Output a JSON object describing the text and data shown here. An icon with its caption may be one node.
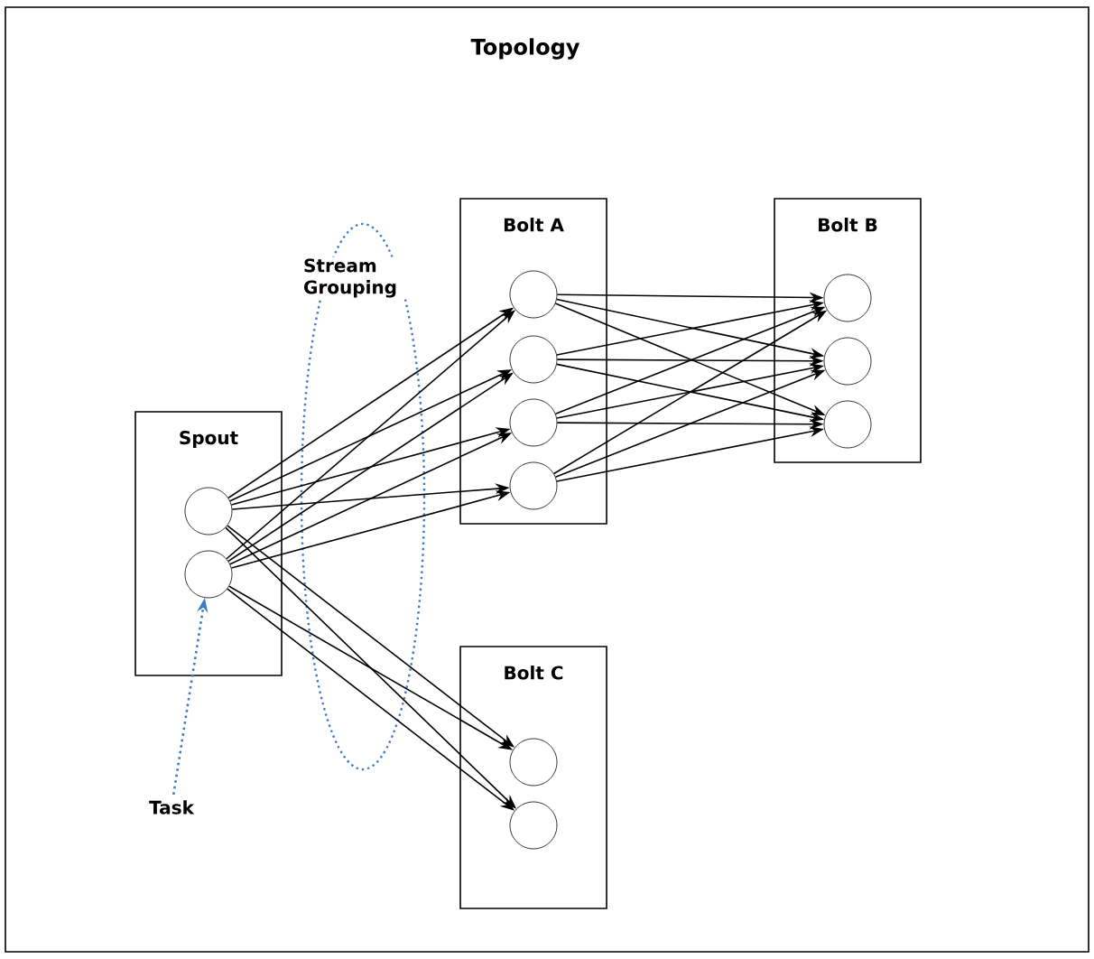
{
  "diagram": {
    "title": "Topology",
    "nodes": [
      {
        "text": [
          "Spout"
        ]
      },
      {
        "text": [],
        "shape": "circle",
        "in": 0
      },
      {
        "text": [],
        "shape": "circle",
        "in": 0
      },
      {
        "text": [
          "Bolt A"
        ]
      },
      {
        "text": [],
        "shape": "circle",
        "in": 3
      },
      {
        "text": [],
        "shape": "circle",
        "in": 3
      },
      {
        "text": [],
        "shape": "circle",
        "in": 3
      },
      {
        "text": [],
        "shape": "circle",
        "in": 3
      },
      {
        "text": [
          "Bolt B"
        ]
      },
      {
        "text": [],
        "shape": "circle",
        "in": 8
      },
      {
        "text": [],
        "shape": "circle",
        "in": 8
      },
      {
        "text": [],
        "shape": "circle",
        "in": 8
      },
      {
        "text": [
          "Bolt C"
        ]
      },
      {
        "text": [],
        "shape": "circle",
        "in": 12
      },
      {
        "text": [],
        "shape": "circle",
        "in": 12
      },
      {
        "text": [
          "Task"
        ]
      }
    ],
    "edges": [
      {
        "from": 1,
        "to": 4,
        "arrow": "to"
      },
      {
        "from": 1,
        "to": 5,
        "arrow": "to"
      },
      {
        "from": 1,
        "to": 6,
        "arrow": "to"
      },
      {
        "from": 1,
        "to": 7,
        "arrow": "to"
      },
      {
        "from": 2,
        "to": 4,
        "arrow": "to"
      },
      {
        "from": 2,
        "to": 5,
        "arrow": "to"
      },
      {
        "from": 2,
        "to": 6,
        "arrow": "to"
      },
      {
        "from": 2,
        "to": 7,
        "arrow": "to"
      },
      {
        "from": 1,
        "to": 13,
        "arrow": "to"
      },
      {
        "from": 1,
        "to": 14,
        "arrow": "to"
      },
      {
        "from": 2,
        "to": 13,
        "arrow": "to"
      },
      {
        "from": 2,
        "to": 14,
        "arrow": "to"
      },
      {
        "from": 4,
        "to": 9,
        "arrow": "to"
      },
      {
        "from": 4,
        "to": 10,
        "arrow": "to"
      },
      {
        "from": 4,
        "to": 11,
        "arrow": "to"
      },
      {
        "from": 5,
        "to": 9,
        "arrow": "to"
      },
      {
        "from": 5,
        "to": 10,
        "arrow": "to"
      },
      {
        "from": 5,
        "to": 11,
        "arrow": "to"
      },
      {
        "from": 6,
        "to": 9,
        "arrow": "to"
      },
      {
        "from": 6,
        "to": 10,
        "arrow": "to"
      },
      {
        "from": 6,
        "to": 11,
        "arrow": "to"
      },
      {
        "from": 7,
        "to": 9,
        "arrow": "to"
      },
      {
        "from": 7,
        "to": 10,
        "arrow": "to"
      },
      {
        "from": 7,
        "to": 11,
        "arrow": "to"
      },
      {
        "from": 15,
        "to": 2,
        "arrow": "to",
        "style": "dashed",
        "color": "#3d7cc9"
      }
    ],
    "labels": [
      "Stream Grouping"
    ]
  }
}
